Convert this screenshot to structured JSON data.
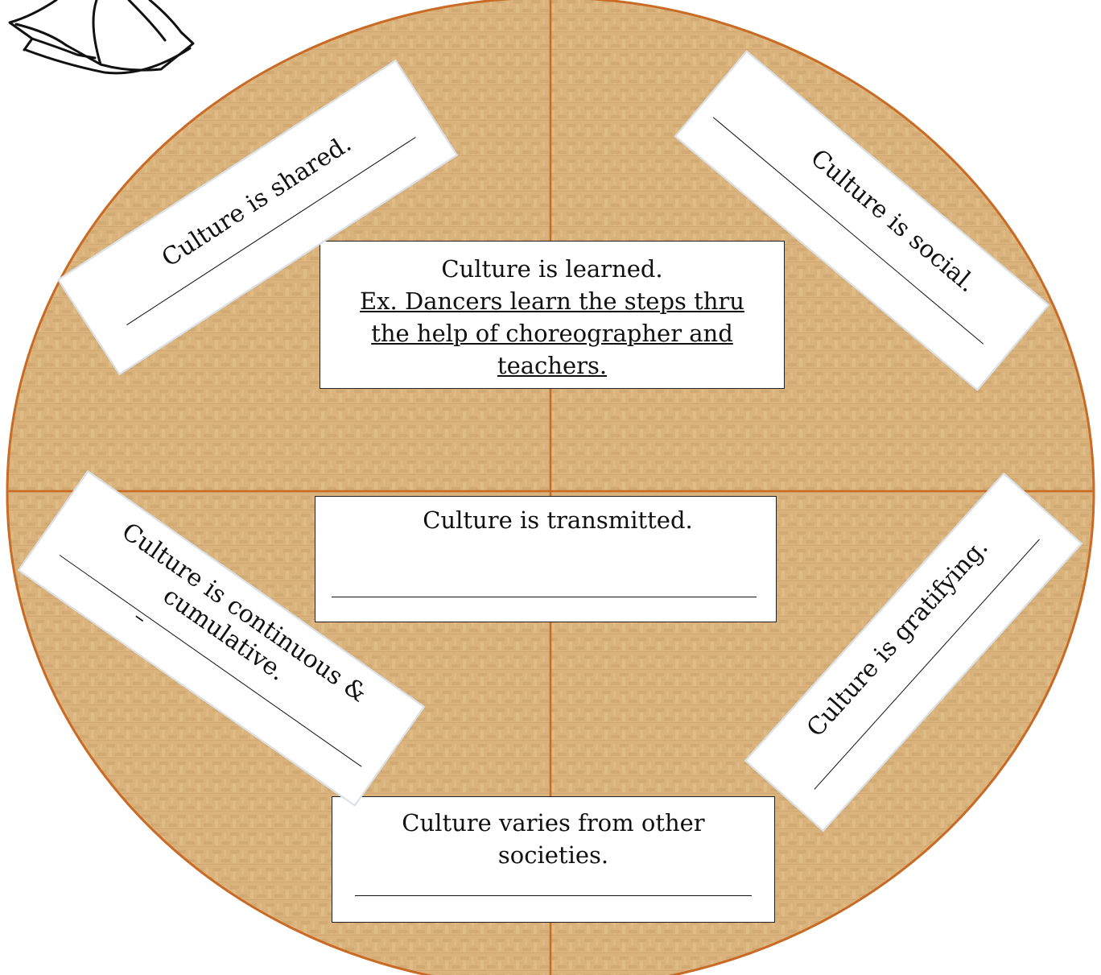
{
  "colors": {
    "wheel_fill": "#d9b27c",
    "wheel_stroke": "#c96a25",
    "card_bg": "#ffffff",
    "text": "#111111"
  },
  "icons": {
    "top_left": "bell-sketch-icon"
  },
  "cards": {
    "learned": {
      "title": "Culture is learned.",
      "example": "Ex. Dancers learn the steps thru the help of choreographer and teachers."
    },
    "shared": {
      "title": "Culture is shared."
    },
    "social": {
      "title": "Culture is social."
    },
    "transmitted": {
      "title": "Culture is transmitted."
    },
    "continuous": {
      "title_line1": "Culture is continuous &",
      "title_line2": "cumulative.",
      "stray_mark": "–"
    },
    "gratifying": {
      "title": "Culture is gratifying."
    },
    "varies": {
      "title_line1": "Culture varies from other",
      "title_line2": "societies."
    }
  }
}
